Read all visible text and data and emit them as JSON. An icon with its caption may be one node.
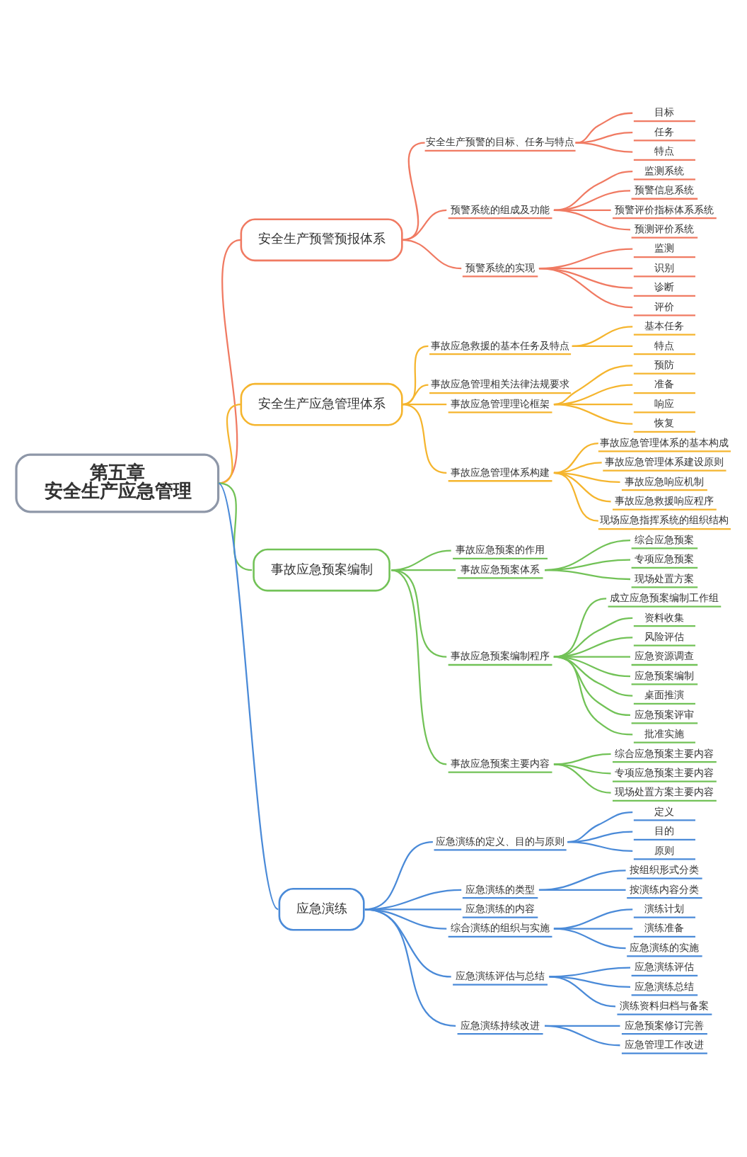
{
  "diagram": {
    "nodes": [
      {
        "text": [
          "第五章",
          "安全生产应急管理"
        ]
      },
      {
        "text": [
          "安全生产预警预报体系"
        ]
      },
      {
        "text": [
          "安全生产预警的目标、任务与特点"
        ]
      },
      {
        "text": [
          "目标"
        ]
      },
      {
        "text": [
          "任务"
        ]
      },
      {
        "text": [
          "特点"
        ]
      },
      {
        "text": [
          "预警系统的组成及功能"
        ]
      },
      {
        "text": [
          "监测系统"
        ]
      },
      {
        "text": [
          "预警信息系统"
        ]
      },
      {
        "text": [
          "预警评价指标体系系统"
        ]
      },
      {
        "text": [
          "预测评价系统"
        ]
      },
      {
        "text": [
          "预警系统的实现"
        ]
      },
      {
        "text": [
          "监测"
        ]
      },
      {
        "text": [
          "识别"
        ]
      },
      {
        "text": [
          "诊断"
        ]
      },
      {
        "text": [
          "评价"
        ]
      },
      {
        "text": [
          "安全生产应急管理体系"
        ]
      },
      {
        "text": [
          "事故应急救援的基本任务及特点"
        ]
      },
      {
        "text": [
          "基本任务"
        ]
      },
      {
        "text": [
          "特点"
        ]
      },
      {
        "text": [
          "事故应急管理相关法律法规要求"
        ]
      },
      {
        "text": [
          "事故应急管理理论框架"
        ]
      },
      {
        "text": [
          "预防"
        ]
      },
      {
        "text": [
          "准备"
        ]
      },
      {
        "text": [
          "响应"
        ]
      },
      {
        "text": [
          "恢复"
        ]
      },
      {
        "text": [
          "事故应急管理体系构建"
        ]
      },
      {
        "text": [
          "事故应急管理体系的基本构成"
        ]
      },
      {
        "text": [
          "事故应急管理体系建设原则"
        ]
      },
      {
        "text": [
          "事故应急响应机制"
        ]
      },
      {
        "text": [
          "事故应急救援响应程序"
        ]
      },
      {
        "text": [
          "现场应急指挥系统的组织结构"
        ]
      },
      {
        "text": [
          "事故应急预案编制"
        ]
      },
      {
        "text": [
          "事故应急预案的作用"
        ]
      },
      {
        "text": [
          "事故应急预案体系"
        ]
      },
      {
        "text": [
          "综合应急预案"
        ]
      },
      {
        "text": [
          "专项应急预案"
        ]
      },
      {
        "text": [
          "现场处置方案"
        ]
      },
      {
        "text": [
          "事故应急预案编制程序"
        ]
      },
      {
        "text": [
          "成立应急预案编制工作组"
        ]
      },
      {
        "text": [
          "资料收集"
        ]
      },
      {
        "text": [
          "风险评估"
        ]
      },
      {
        "text": [
          "应急资源调查"
        ]
      },
      {
        "text": [
          "应急预案编制"
        ]
      },
      {
        "text": [
          "桌面推演"
        ]
      },
      {
        "text": [
          "应急预案评审"
        ]
      },
      {
        "text": [
          "批准实施"
        ]
      },
      {
        "text": [
          "事故应急预案主要内容"
        ]
      },
      {
        "text": [
          "综合应急预案主要内容"
        ]
      },
      {
        "text": [
          "专项应急预案主要内容"
        ]
      },
      {
        "text": [
          "现场处置方案主要内容"
        ]
      },
      {
        "text": [
          "应急演练"
        ]
      },
      {
        "text": [
          "应急演练的定义、目的与原则"
        ]
      },
      {
        "text": [
          "定义"
        ]
      },
      {
        "text": [
          "目的"
        ]
      },
      {
        "text": [
          "原则"
        ]
      },
      {
        "text": [
          "应急演练的类型"
        ]
      },
      {
        "text": [
          "按组织形式分类"
        ]
      },
      {
        "text": [
          "按演练内容分类"
        ]
      },
      {
        "text": [
          "应急演练的内容"
        ]
      },
      {
        "text": [
          "综合演练的组织与实施"
        ]
      },
      {
        "text": [
          "演练计划"
        ]
      },
      {
        "text": [
          "演练准备"
        ]
      },
      {
        "text": [
          "应急演练的实施"
        ]
      },
      {
        "text": [
          "应急演练评估与总结"
        ]
      },
      {
        "text": [
          "应急演练评估"
        ]
      },
      {
        "text": [
          "应急演练总结"
        ]
      },
      {
        "text": [
          "演练资料归档与备案"
        ]
      },
      {
        "text": [
          "应急演练持续改进"
        ]
      },
      {
        "text": [
          "应急预案修订完善"
        ]
      },
      {
        "text": [
          "应急管理工作改进"
        ]
      }
    ],
    "edges": [
      {
        "from": 0,
        "to": 1,
        "arrow": "none",
        "color": "#f07a62"
      },
      {
        "from": 1,
        "to": 2,
        "arrow": "none",
        "color": "#f07a62"
      },
      {
        "from": 2,
        "to": 3,
        "arrow": "none",
        "color": "#f07a62"
      },
      {
        "from": 2,
        "to": 4,
        "arrow": "none",
        "color": "#f07a62"
      },
      {
        "from": 2,
        "to": 5,
        "arrow": "none",
        "color": "#f07a62"
      },
      {
        "from": 1,
        "to": 6,
        "arrow": "none",
        "color": "#f07a62"
      },
      {
        "from": 6,
        "to": 7,
        "arrow": "none",
        "color": "#f07a62"
      },
      {
        "from": 6,
        "to": 8,
        "arrow": "none",
        "color": "#f07a62"
      },
      {
        "from": 6,
        "to": 9,
        "arrow": "none",
        "color": "#f07a62"
      },
      {
        "from": 6,
        "to": 10,
        "arrow": "none",
        "color": "#f07a62"
      },
      {
        "from": 1,
        "to": 11,
        "arrow": "none",
        "color": "#f07a62"
      },
      {
        "from": 11,
        "to": 12,
        "arrow": "none",
        "color": "#f07a62"
      },
      {
        "from": 11,
        "to": 13,
        "arrow": "none",
        "color": "#f07a62"
      },
      {
        "from": 11,
        "to": 14,
        "arrow": "none",
        "color": "#f07a62"
      },
      {
        "from": 11,
        "to": 15,
        "arrow": "none",
        "color": "#f07a62"
      },
      {
        "from": 0,
        "to": 16,
        "arrow": "none",
        "color": "#f5b52e"
      },
      {
        "from": 16,
        "to": 17,
        "arrow": "none",
        "color": "#f5b52e"
      },
      {
        "from": 17,
        "to": 18,
        "arrow": "none",
        "color": "#f5b52e"
      },
      {
        "from": 17,
        "to": 19,
        "arrow": "none",
        "color": "#f5b52e"
      },
      {
        "from": 16,
        "to": 20,
        "arrow": "none",
        "color": "#f5b52e"
      },
      {
        "from": 16,
        "to": 21,
        "arrow": "none",
        "color": "#f5b52e"
      },
      {
        "from": 21,
        "to": 22,
        "arrow": "none",
        "color": "#f5b52e"
      },
      {
        "from": 21,
        "to": 23,
        "arrow": "none",
        "color": "#f5b52e"
      },
      {
        "from": 21,
        "to": 24,
        "arrow": "none",
        "color": "#f5b52e"
      },
      {
        "from": 21,
        "to": 25,
        "arrow": "none",
        "color": "#f5b52e"
      },
      {
        "from": 16,
        "to": 26,
        "arrow": "none",
        "color": "#f5b52e"
      },
      {
        "from": 26,
        "to": 27,
        "arrow": "none",
        "color": "#f5b52e"
      },
      {
        "from": 26,
        "to": 28,
        "arrow": "none",
        "color": "#f5b52e"
      },
      {
        "from": 26,
        "to": 29,
        "arrow": "none",
        "color": "#f5b52e"
      },
      {
        "from": 26,
        "to": 30,
        "arrow": "none",
        "color": "#f5b52e"
      },
      {
        "from": 26,
        "to": 31,
        "arrow": "none",
        "color": "#f5b52e"
      },
      {
        "from": 0,
        "to": 32,
        "arrow": "none",
        "color": "#72c257"
      },
      {
        "from": 32,
        "to": 33,
        "arrow": "none",
        "color": "#72c257"
      },
      {
        "from": 32,
        "to": 34,
        "arrow": "none",
        "color": "#72c257"
      },
      {
        "from": 34,
        "to": 35,
        "arrow": "none",
        "color": "#72c257"
      },
      {
        "from": 34,
        "to": 36,
        "arrow": "none",
        "color": "#72c257"
      },
      {
        "from": 34,
        "to": 37,
        "arrow": "none",
        "color": "#72c257"
      },
      {
        "from": 32,
        "to": 38,
        "arrow": "none",
        "color": "#72c257"
      },
      {
        "from": 38,
        "to": 39,
        "arrow": "none",
        "color": "#72c257"
      },
      {
        "from": 38,
        "to": 40,
        "arrow": "none",
        "color": "#72c257"
      },
      {
        "from": 38,
        "to": 41,
        "arrow": "none",
        "color": "#72c257"
      },
      {
        "from": 38,
        "to": 42,
        "arrow": "none",
        "color": "#72c257"
      },
      {
        "from": 38,
        "to": 43,
        "arrow": "none",
        "color": "#72c257"
      },
      {
        "from": 38,
        "to": 44,
        "arrow": "none",
        "color": "#72c257"
      },
      {
        "from": 38,
        "to": 45,
        "arrow": "none",
        "color": "#72c257"
      },
      {
        "from": 38,
        "to": 46,
        "arrow": "none",
        "color": "#72c257"
      },
      {
        "from": 32,
        "to": 47,
        "arrow": "none",
        "color": "#72c257"
      },
      {
        "from": 47,
        "to": 48,
        "arrow": "none",
        "color": "#72c257"
      },
      {
        "from": 47,
        "to": 49,
        "arrow": "none",
        "color": "#72c257"
      },
      {
        "from": 47,
        "to": 50,
        "arrow": "none",
        "color": "#72c257"
      },
      {
        "from": 0,
        "to": 51,
        "arrow": "none"
      },
      {
        "from": 51,
        "to": 52,
        "arrow": "none"
      },
      {
        "from": 52,
        "to": 53,
        "arrow": "none"
      },
      {
        "from": 52,
        "to": 54,
        "arrow": "none"
      },
      {
        "from": 52,
        "to": 55,
        "arrow": "none"
      },
      {
        "from": 51,
        "to": 56,
        "arrow": "none"
      },
      {
        "from": 56,
        "to": 57,
        "arrow": "none"
      },
      {
        "from": 56,
        "to": 58,
        "arrow": "none"
      },
      {
        "from": 51,
        "to": 59,
        "arrow": "none"
      },
      {
        "from": 51,
        "to": 60,
        "arrow": "none"
      },
      {
        "from": 60,
        "to": 61,
        "arrow": "none"
      },
      {
        "from": 60,
        "to": 62,
        "arrow": "none"
      },
      {
        "from": 60,
        "to": 63,
        "arrow": "none"
      },
      {
        "from": 51,
        "to": 64,
        "arrow": "none"
      },
      {
        "from": 64,
        "to": 65,
        "arrow": "none"
      },
      {
        "from": 64,
        "to": 66,
        "arrow": "none"
      },
      {
        "from": 64,
        "to": 67,
        "arrow": "none"
      },
      {
        "from": 51,
        "to": 68,
        "arrow": "none"
      },
      {
        "from": 68,
        "to": 69,
        "arrow": "none"
      },
      {
        "from": 68,
        "to": 70,
        "arrow": "none"
      }
    ]
  }
}
